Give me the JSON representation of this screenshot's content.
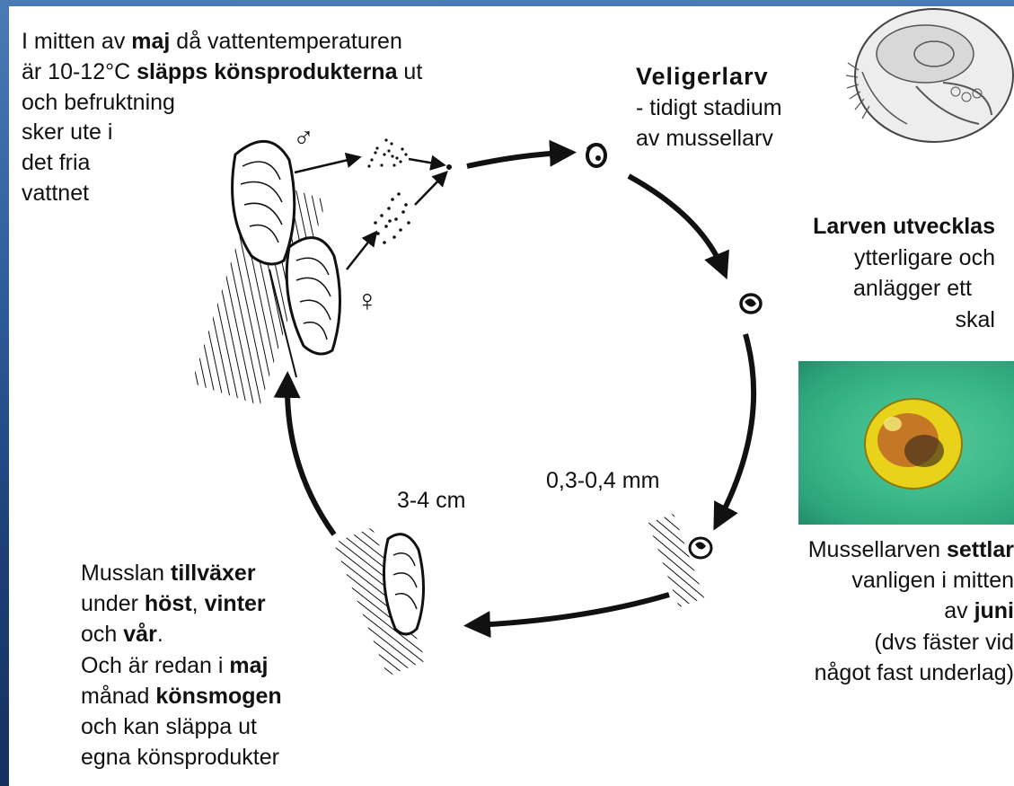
{
  "top_left": {
    "l1_a": "I mitten av ",
    "l1_b": "maj",
    "l1_c": " då vattentemperaturen",
    "l2_a": "är 10-12°C ",
    "l2_b": "släpps könsprodukterna",
    "l2_c": " ut",
    "l3": "och befruktning",
    "l4": "sker ute i",
    "l5": "det fria",
    "l6": "vattnet"
  },
  "veliger": {
    "title": "Veligerlarv",
    "l1": "- tidigt stadium",
    "l2": "av mussellarv"
  },
  "larven": {
    "title": "Larven utvecklas",
    "l1": "ytterligare och",
    "l2": "anlägger ett",
    "l3": "skal"
  },
  "size_small": "0,3-0,4 mm",
  "size_large": "3-4 cm",
  "settle": {
    "l1_a": "Mussellarven ",
    "l1_b": "settlar",
    "l2": "vanligen i mitten",
    "l3_a": "av ",
    "l3_b": "juni",
    "l4": "(dvs fäster vid",
    "l5": "något fast underlag)"
  },
  "growth": {
    "l1_a": "Musslan ",
    "l1_b": "tillväxer",
    "l2_a": "under ",
    "l2_b": "höst",
    "l2_c": ", ",
    "l2_d": "vinter",
    "l3_a": "och ",
    "l3_b": "vår",
    "l3_c": ".",
    "l4_a": "Och är redan i ",
    "l4_b": "maj",
    "l5_a": "månad ",
    "l5_b": "könsmogen",
    "l6": "och kan släppa ut",
    "l7": "egna könsprodukter"
  },
  "symbols": {
    "male": "♂",
    "female": "♀"
  },
  "colors": {
    "background_blue": "#2f5f9c",
    "ink": "#111111",
    "photo_green": "#3dbb8b",
    "larva_yellow": "#e8d21a"
  }
}
